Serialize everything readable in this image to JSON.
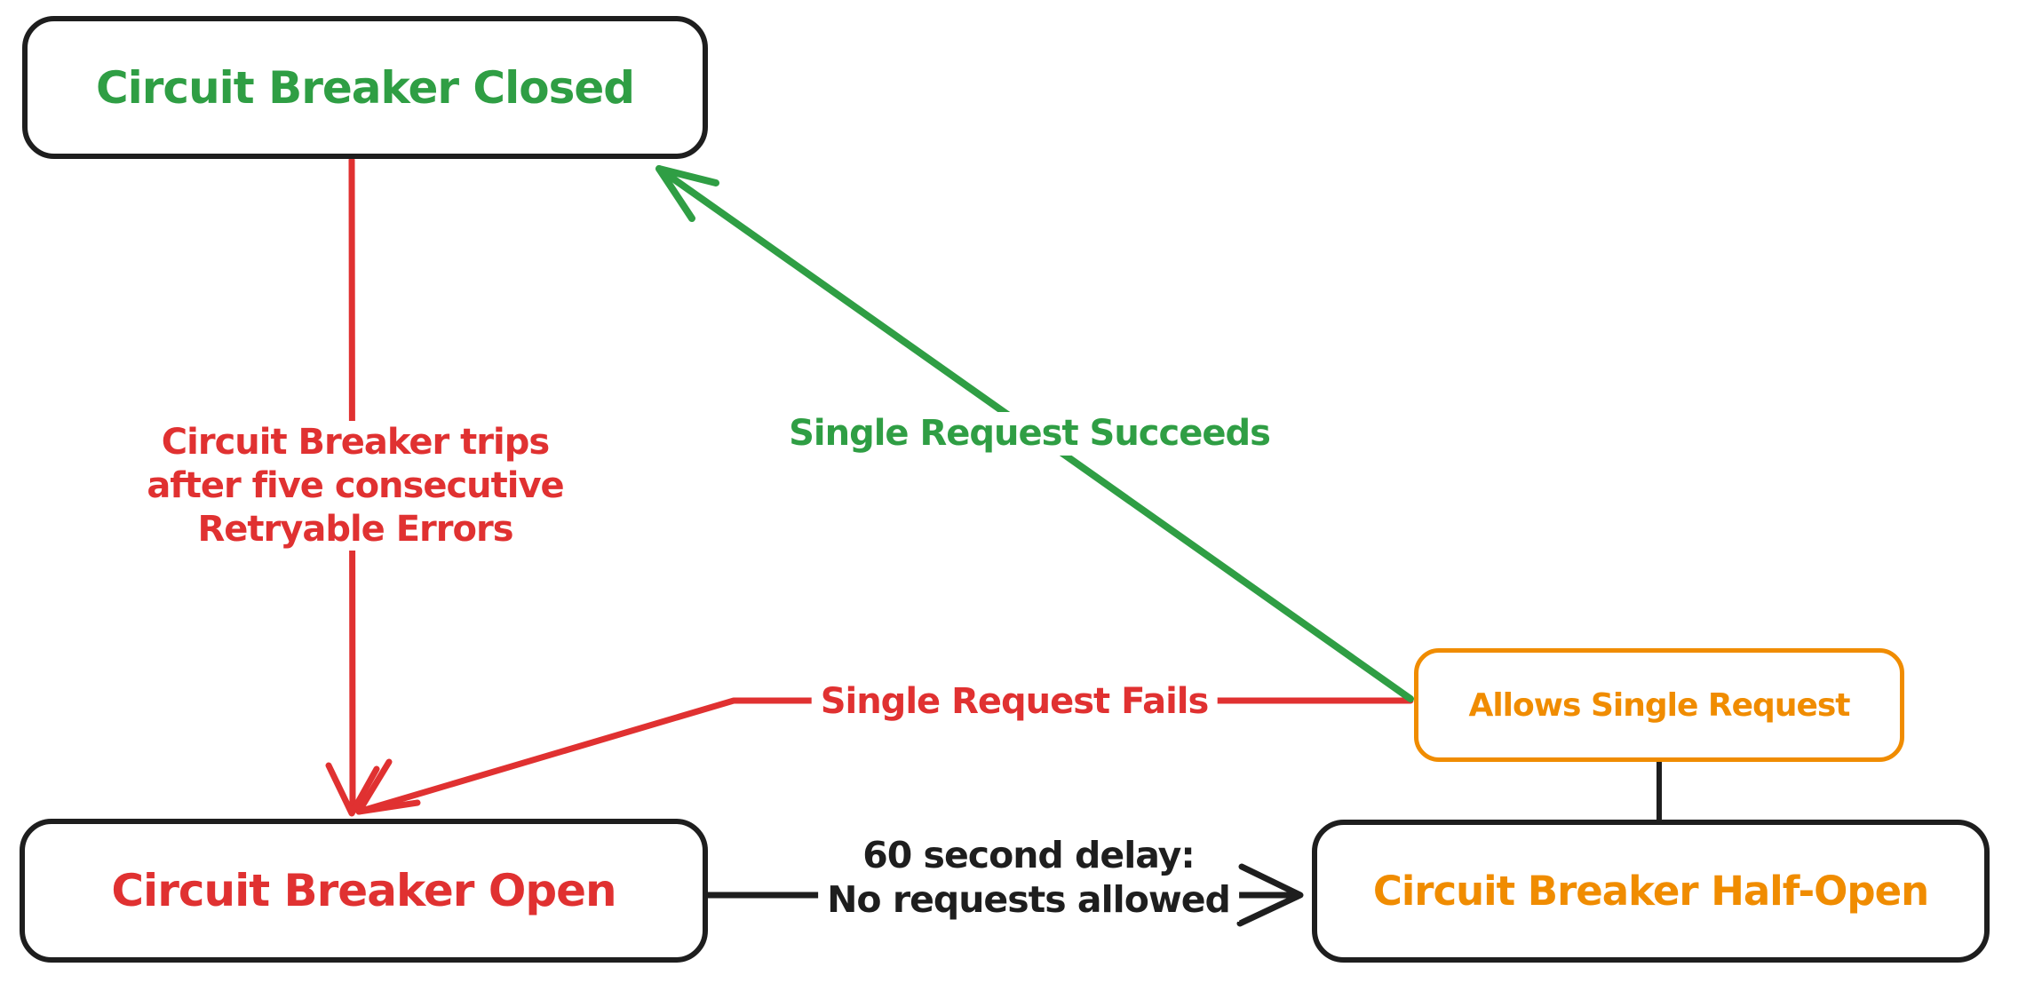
{
  "diagram_type": "state-diagram",
  "colors": {
    "green": "#2f9e44",
    "red": "#e03131",
    "orange": "#f08c00",
    "stroke_black": "#1e1e1e",
    "background": "#ffffff"
  },
  "nodes": {
    "closed": {
      "label": "Circuit Breaker Closed",
      "text_color": "#2f9e44",
      "border_color": "#1e1e1e"
    },
    "open": {
      "label": "Circuit Breaker Open",
      "text_color": "#e03131",
      "border_color": "#1e1e1e"
    },
    "half_open": {
      "label": "Circuit Breaker Half-Open",
      "text_color": "#f08c00",
      "border_color": "#1e1e1e"
    },
    "allows": {
      "label": "Allows Single Request",
      "text_color": "#f08c00",
      "border_color": "#f08c00"
    }
  },
  "edges": {
    "trips": {
      "from": "closed",
      "to": "open",
      "color": "#e03131",
      "label_lines": [
        "Circuit Breaker trips",
        "after five consecutive",
        "Retryable Errors"
      ]
    },
    "succeeds": {
      "from": "allows",
      "to": "closed",
      "color": "#2f9e44",
      "label": "Single Request Succeeds"
    },
    "fails": {
      "from": "allows",
      "to": "open",
      "color": "#e03131",
      "label": "Single Request Fails"
    },
    "delay": {
      "from": "open",
      "to": "half_open",
      "color": "#1e1e1e",
      "label_lines": [
        "60 second delay:",
        "No requests allowed"
      ]
    },
    "allows_halfopen_connector": {
      "from": "half_open",
      "to": "allows",
      "color": "#1e1e1e",
      "label": ""
    }
  }
}
